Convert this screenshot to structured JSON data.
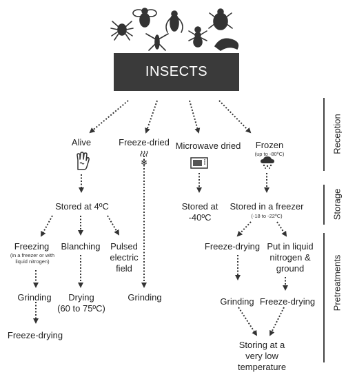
{
  "header": {
    "title": "INSECTS"
  },
  "icons": [
    "insects-icon-group",
    "hand-icon",
    "steam-icon",
    "snowflake-icon",
    "microwave-icon",
    "snow-cloud-icon"
  ],
  "stages": {
    "reception": "Reception",
    "storage": "Storage",
    "pretreatments": "Pretreatments"
  },
  "reception": {
    "alive": "Alive",
    "freeze_dried": "Freeze-dried",
    "microwave_dried": "Microwave dried",
    "frozen": "Frozen",
    "frozen_note": "(up to -80ºC)"
  },
  "storage": {
    "stored_4": "Stored at 4ºC",
    "stored_40_line1": "Stored at",
    "stored_40_line2": "-40ºC",
    "stored_freezer": "Stored in a freezer",
    "stored_freezer_note": "(-18 to -22ºC)"
  },
  "pretreatments": {
    "freezing": "Freezing",
    "freezing_note_line1": "(in a freezer or with",
    "freezing_note_line2": "liquid nitrogen)",
    "blanching": "Blanching",
    "pulsed_line1": "Pulsed",
    "pulsed_line2": "electric",
    "pulsed_line3": "field",
    "grinding_a": "Grinding",
    "drying_line1": "Drying",
    "drying_line2": "(60 to 75ºC)",
    "grinding_b": "Grinding",
    "freeze_drying_a": "Freeze-drying",
    "freeze_drying_b": "Freeze-drying",
    "liquid_line1": "Put in liquid",
    "liquid_line2": "nitrogen &",
    "liquid_line3": "ground",
    "grinding_c": "Grinding",
    "freeze_drying_c": "Freeze-drying",
    "storing_line1": "Storing at a",
    "storing_line2": "very low",
    "storing_line3": "temperature"
  },
  "colors": {
    "title_box": "#3a3a3a",
    "text": "#222222",
    "arrow": "#333333"
  }
}
